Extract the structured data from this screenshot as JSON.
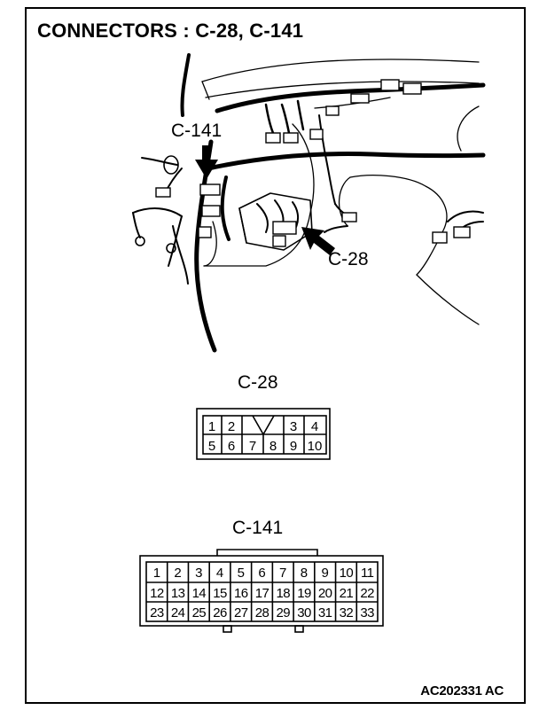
{
  "title": "CONNECTORS : C-28, C-141",
  "callouts": {
    "c141": "C-141",
    "c28": "C-28"
  },
  "c28": {
    "label": "C-28",
    "rows": [
      [
        "1",
        "2",
        "",
        "3",
        "4"
      ],
      [
        "5",
        "6",
        "7",
        "8",
        "9",
        "10"
      ]
    ]
  },
  "c141": {
    "label": "C-141",
    "rows": [
      [
        "1",
        "2",
        "3",
        "4",
        "5",
        "6",
        "7",
        "8",
        "9",
        "10",
        "11"
      ],
      [
        "12",
        "13",
        "14",
        "15",
        "16",
        "17",
        "18",
        "19",
        "20",
        "21",
        "22"
      ],
      [
        "23",
        "24",
        "25",
        "26",
        "27",
        "28",
        "29",
        "30",
        "31",
        "32",
        "33"
      ]
    ]
  },
  "doc_id": "AC202331 AC"
}
